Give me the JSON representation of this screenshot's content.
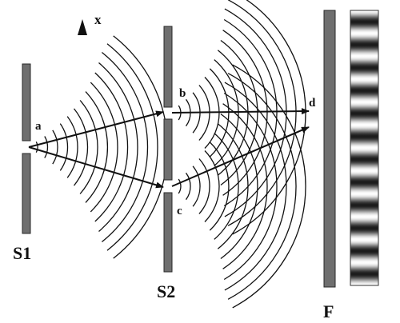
{
  "axis": {
    "label": "x"
  },
  "labels": {
    "slit_a": "a",
    "slit_b": "b",
    "slit_c": "c",
    "point_d": "d",
    "screen_s1": "S1",
    "screen_s2": "S2",
    "screen_f": "F"
  },
  "colors": {
    "barrier": "#6f6f6f",
    "barrier_edge": "#2a2a2a",
    "wave": "#111111",
    "arrow": "#111111",
    "fringe_light": "#ffffff",
    "fringe_dark": "#1a1a1a"
  },
  "pattern": {
    "fringe_count": 12
  }
}
